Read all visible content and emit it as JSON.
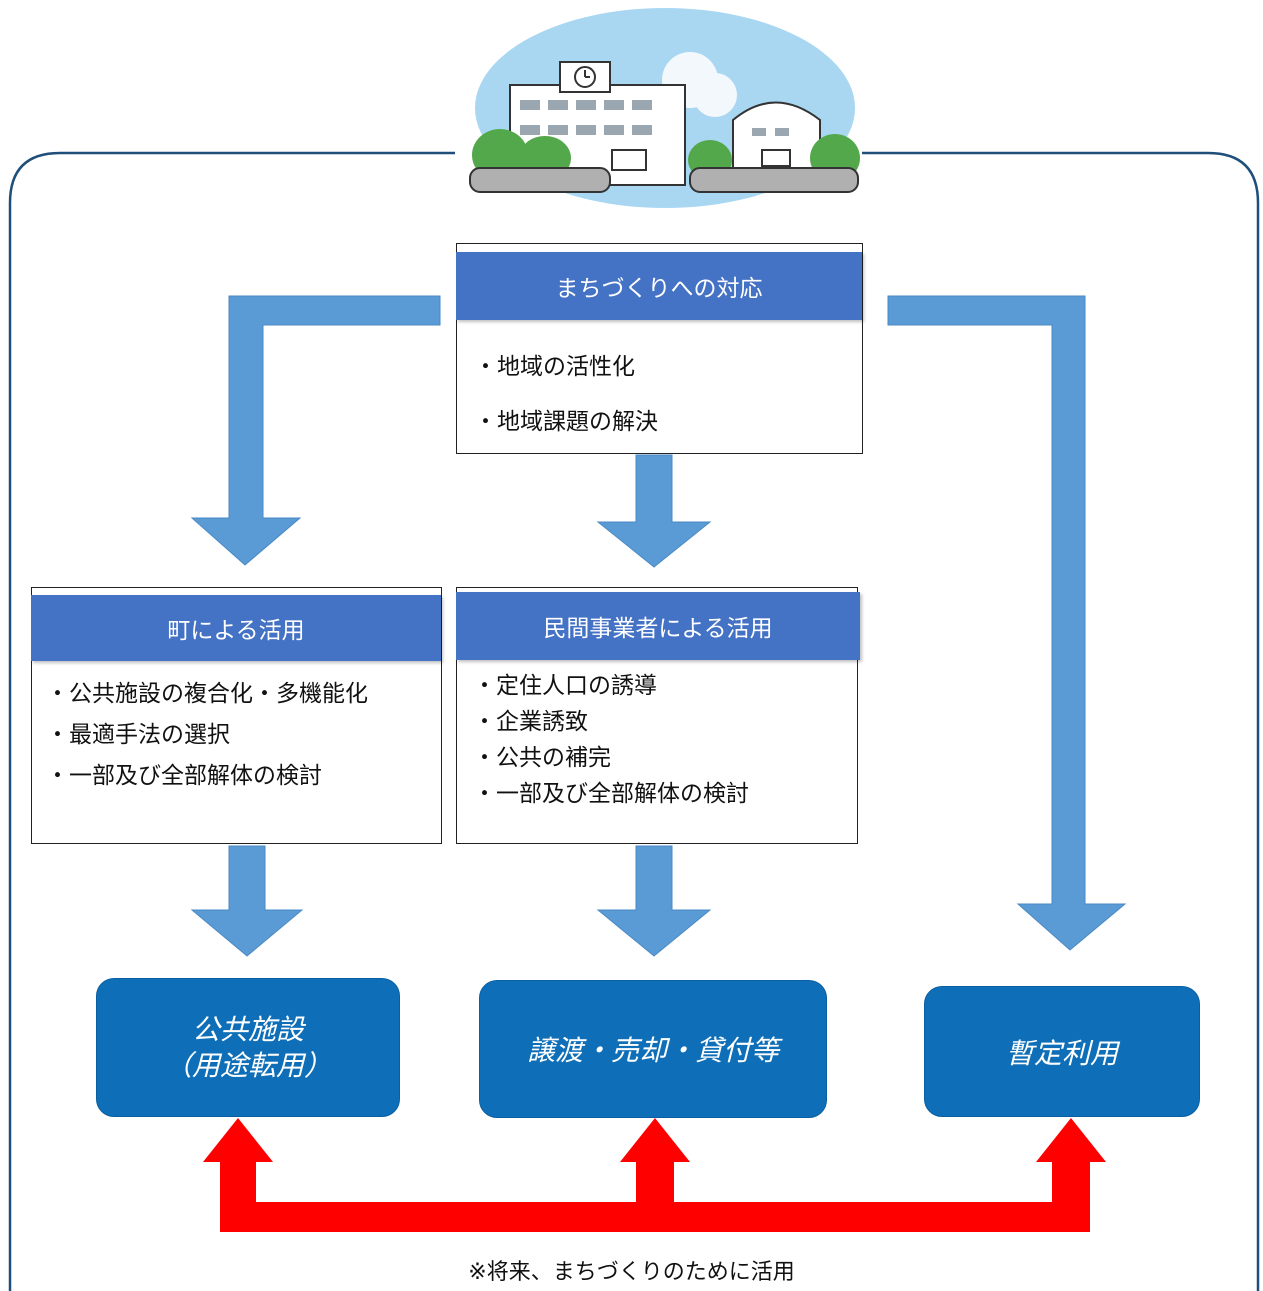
{
  "center_box": {
    "header": "まちづくりへの対応",
    "bullets": [
      "・地域の活性化",
      "・地域課題の解決"
    ]
  },
  "left_box": {
    "header": "町による活用",
    "bullets": [
      "・公共施設の複合化・多機能化",
      "・最適手法の選択",
      "・一部及び全部解体の検討"
    ]
  },
  "middle_box": {
    "header": "民間事業者による活用",
    "bullets": [
      "・定住人口の誘導",
      "・企業誘致",
      "・公共の補完",
      "・一部及び全部解体の検討"
    ]
  },
  "outcomes": {
    "public_facility_line1": "公共施設",
    "public_facility_line2": "（用途転用）",
    "transfer": "譲渡・売却・貸付等",
    "temporary": "暫定利用"
  },
  "footnote": "※将来、まちづくりのために活用",
  "colors": {
    "header_blue": "#4472c4",
    "arrow_blue": "#5b9bd5",
    "outcome_blue": "#0e6fb8",
    "red_arrow": "#ff0000",
    "frame": "#1f4e79"
  },
  "icons": [
    "school-building-illustration"
  ]
}
